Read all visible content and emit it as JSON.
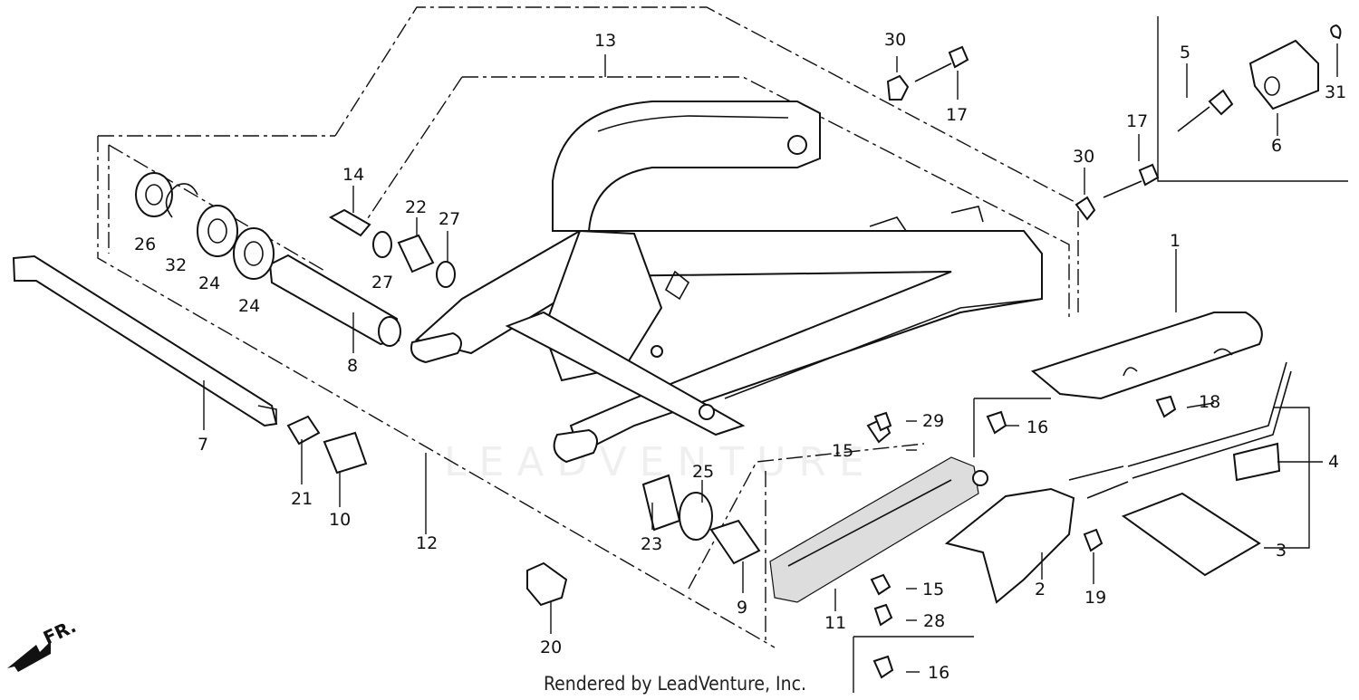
{
  "diagram": {
    "footer": "Rendered by LeadVenture, Inc.",
    "direction_label": "FR.",
    "watermark": "LEADVENTURE",
    "callouts": {
      "c1": "1",
      "c2": "2",
      "c3": "3",
      "c4": "4",
      "c5": "5",
      "c6": "6",
      "c7": "7",
      "c8": "8",
      "c9": "9",
      "c10": "10",
      "c11": "11",
      "c12": "12",
      "c13": "13",
      "c14": "14",
      "c15a": "15",
      "c15b": "15",
      "c16a": "16",
      "c16b": "16",
      "c17a": "17",
      "c17b": "17",
      "c18": "18",
      "c19": "19",
      "c20": "20",
      "c21": "21",
      "c22": "22",
      "c23": "23",
      "c24a": "24",
      "c24b": "24",
      "c25": "25",
      "c26": "26",
      "c27a": "27",
      "c27b": "27",
      "c28": "28",
      "c29": "29",
      "c30a": "30",
      "c30b": "30",
      "c31": "31",
      "c32": "32"
    }
  }
}
